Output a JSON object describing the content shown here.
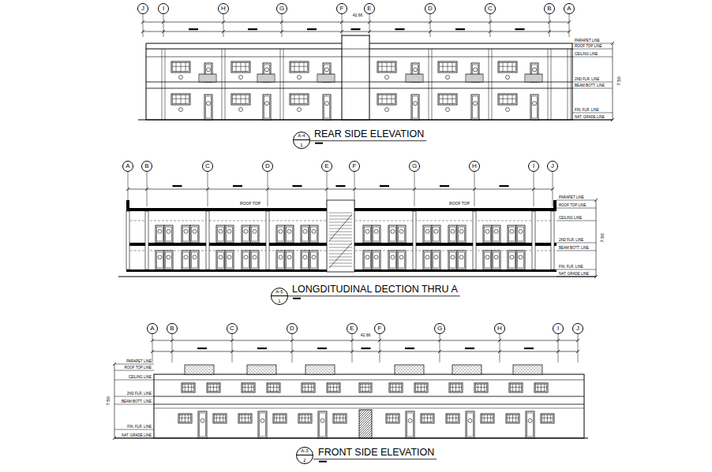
{
  "diagram": {
    "nodes": [
      {
        "text": [
          "J"
        ]
      },
      {
        "text": [
          "I"
        ]
      },
      {
        "text": [
          "H"
        ]
      },
      {
        "text": [
          "G"
        ]
      },
      {
        "text": [
          "F"
        ]
      },
      {
        "text": [
          "E"
        ]
      },
      {
        "text": [
          "D"
        ]
      },
      {
        "text": [
          "C"
        ]
      },
      {
        "text": [
          "B"
        ]
      },
      {
        "text": [
          "A"
        ]
      },
      {
        "text": [
          "A-4",
          "1"
        ]
      },
      {
        "text": [
          "A"
        ]
      },
      {
        "text": [
          "B"
        ]
      },
      {
        "text": [
          "C"
        ]
      },
      {
        "text": [
          "D"
        ]
      },
      {
        "text": [
          "E"
        ]
      },
      {
        "text": [
          "F"
        ]
      },
      {
        "text": [
          "G"
        ]
      },
      {
        "text": [
          "H"
        ]
      },
      {
        "text": [
          "I"
        ]
      },
      {
        "text": [
          "J"
        ]
      },
      {
        "text": [
          "A-5",
          "1"
        ]
      },
      {
        "text": [
          "A"
        ]
      },
      {
        "text": [
          "B"
        ]
      },
      {
        "text": [
          "C"
        ]
      },
      {
        "text": [
          "D"
        ]
      },
      {
        "text": [
          "E"
        ]
      },
      {
        "text": [
          "F"
        ]
      },
      {
        "text": [
          "G"
        ]
      },
      {
        "text": [
          "H"
        ]
      },
      {
        "text": [
          "I"
        ]
      },
      {
        "text": [
          "J"
        ]
      },
      {
        "text": [
          "A-3",
          "2"
        ]
      }
    ],
    "labels": [
      "42.66",
      "REAR SIDE ELEVATION",
      "7.50",
      "PARAPET LINE",
      "ROOF TOP LINE",
      "CEILING LINE",
      "2ND FLR. LINE",
      "BEAM BOTT. LINE",
      "FIN. FLR. LINE",
      "NAT. GRADE LINE",
      "LONGDITUDINAL DECTION THRU A",
      "7.50",
      "PARAPET LINE",
      "ROOF TOP LINE",
      "CEILING LINE",
      "2ND FLR. LINE",
      "BEAM BOTT. LINE",
      "FIN. FLR. LINE",
      "NAT. GRADE LINE",
      "ROOF TOP",
      "ROOF TOP",
      "42.66",
      "FRONT SIDE ELEVATION",
      "7.50",
      "PARAPET LINE",
      "ROOF TOP LINE",
      "CEILING LINE",
      "2ND FLR. LINE",
      "BEAM BOTT. LINE",
      "FIN. FLR. LINE",
      "NAT. GRADE LINE"
    ]
  }
}
